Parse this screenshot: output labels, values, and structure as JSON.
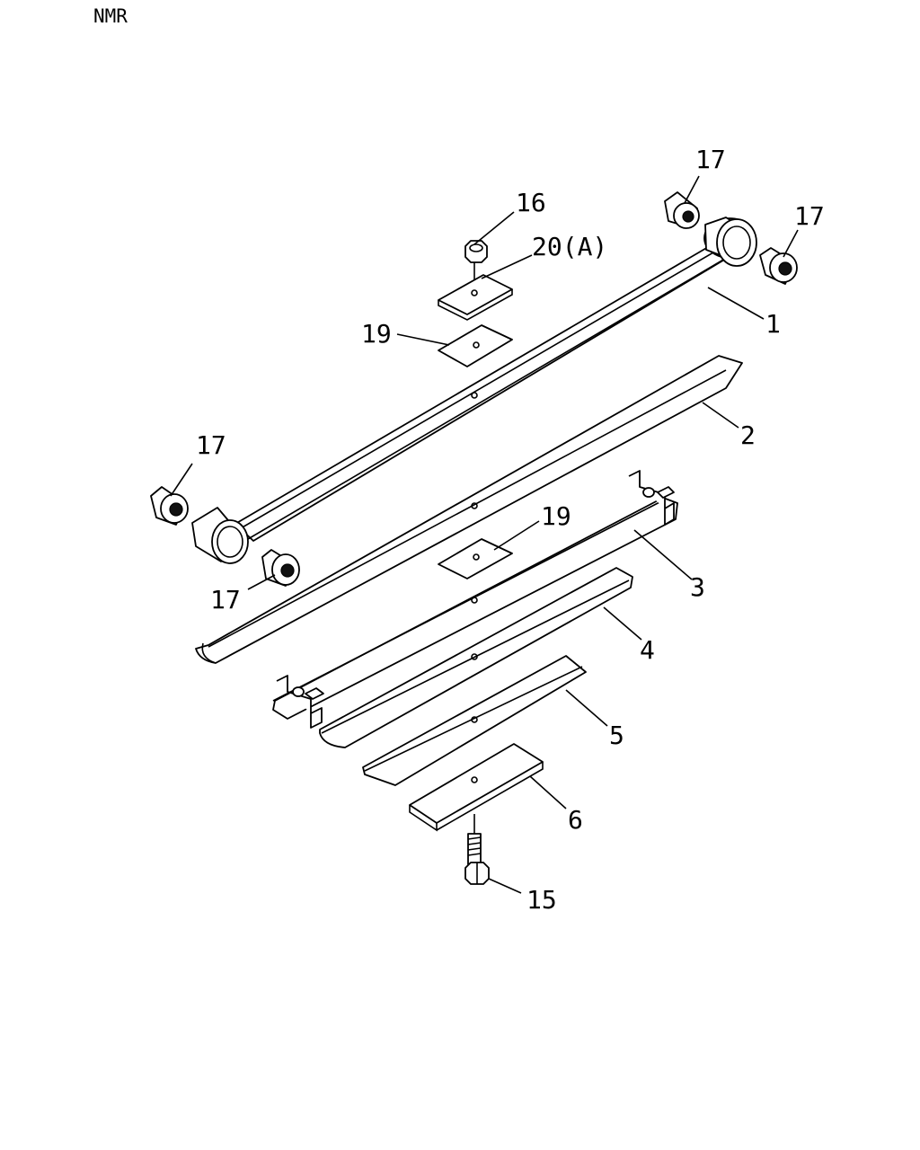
{
  "model": "NMR",
  "callouts": {
    "c1": "1",
    "c2": "2",
    "c3": "3",
    "c4": "4",
    "c5": "5",
    "c6": "6",
    "c15": "15",
    "c16": "16",
    "c17_top": "17",
    "c17_right": "17",
    "c17_left": "17",
    "c17_bottom": "17",
    "c19_top": "19",
    "c19_mid": "19",
    "c20": "20(A)"
  }
}
